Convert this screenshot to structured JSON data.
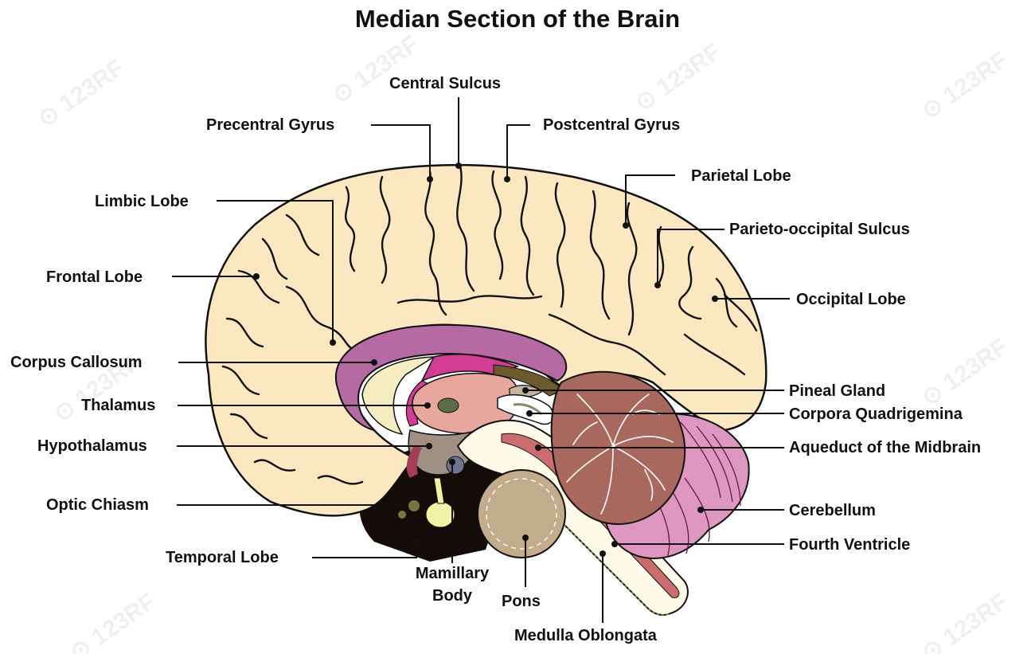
{
  "title": "Median Section of the Brain",
  "watermark": "123RF",
  "labels": {
    "central_sulcus": "Central Sulcus",
    "precentral_gyrus": "Precentral Gyrus",
    "postcentral_gyrus": "Postcentral Gyrus",
    "parietal_lobe": "Parietal Lobe",
    "limbic_lobe": "Limbic Lobe",
    "parieto_occipital_sulcus": "Parieto-occipital Sulcus",
    "frontal_lobe": "Frontal Lobe",
    "occipital_lobe": "Occipital Lobe",
    "corpus_callosum": "Corpus Callosum",
    "pineal_gland": "Pineal Gland",
    "thalamus": "Thalamus",
    "corpora_quadrigemina": "Corpora Quadrigemina",
    "hypothalamus": "Hypothalamus",
    "aqueduct": "Aqueduct of the Midbrain",
    "optic_chiasm": "Optic Chiasm",
    "cerebellum": "Cerebellum",
    "fourth_ventricle": "Fourth Ventricle",
    "temporal_lobe": "Temporal Lobe",
    "mamillary_line1": "Mamillary",
    "mamillary_line2": "Body",
    "pons": "Pons",
    "medulla_oblongata": "Medulla Oblongata"
  },
  "colors": {
    "cortex": "#fbe7c0",
    "outline": "#111111",
    "corpus_callosum": "#b66aa3",
    "fornix": "#d23c95",
    "thalamus": "#e7a79f",
    "hypothalamus": "#a08f83",
    "cerebellum": "#a8685d",
    "cerebellum_outer": "#dd97c1",
    "brainstem": "#fffbe8",
    "aqueduct": "#c96d6f",
    "pons": "#c3ac8b",
    "dark_base": "#140c08"
  }
}
